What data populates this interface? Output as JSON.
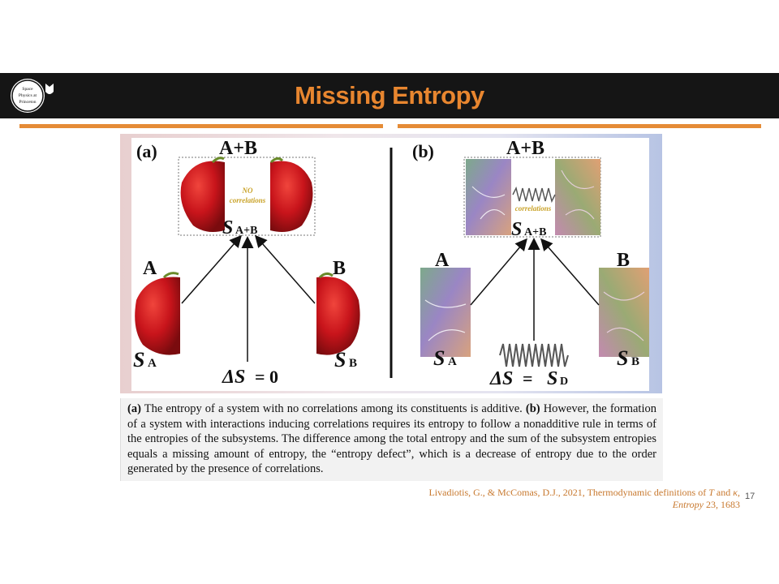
{
  "slide": {
    "title": "Missing Entropy",
    "logo_text": [
      "Space",
      "Physics at",
      "Princeton"
    ],
    "page_number": "17"
  },
  "figure": {
    "panel_a": {
      "label": "(a)",
      "combined_label": "A+B",
      "no_correlations": [
        "NO",
        "correlations"
      ],
      "s_ab": "S",
      "s_ab_sub": "A+B",
      "subsystem_a": "A",
      "subsystem_b": "B",
      "s_a": "S",
      "s_a_sub": "A",
      "s_b": "S",
      "s_b_sub": "B",
      "delta_s": "ΔS",
      "delta_s_eq": "= 0"
    },
    "panel_b": {
      "label": "(b)",
      "combined_label": "A+B",
      "correlations": "correlations",
      "s_ab": "S",
      "s_ab_sub": "A+B",
      "subsystem_a": "A",
      "subsystem_b": "B",
      "s_a": "S",
      "s_a_sub": "A",
      "s_b": "S",
      "s_b_sub": "B",
      "delta_s": "ΔS",
      "delta_s_eq": "=",
      "s_d": "S",
      "s_d_sub": "D"
    }
  },
  "caption": {
    "a_tag": "(a)",
    "a_text": " The entropy of a system with no correlations among its constituents is additive. ",
    "b_tag": "(b)",
    "b_text": " However, the formation of a system with interactions inducing correlations requires its entropy to follow a nonadditive rule in terms of the entropies of the subsystems. The difference among the total entropy and the sum of the subsystem entropies equals a missing amount of entropy, the “entropy defect”, which is a decrease of entropy due to the order generated by the presence of correlations."
  },
  "citation": {
    "line1_pre": "Livadiotis, G., & McComas, D.J., 2021, Thermodynamic definitions of ",
    "line1_T": "T",
    "line1_mid": " and ",
    "line1_kappa": "κ",
    "line1_end": ",",
    "journal": "Entropy",
    "volume": " 23, 1683"
  },
  "colors": {
    "title": "#e8862f",
    "title_bar": "#151515",
    "rule": "#e58b36",
    "apple_red": "#c8141b",
    "correlations_text": "#c9a227"
  }
}
